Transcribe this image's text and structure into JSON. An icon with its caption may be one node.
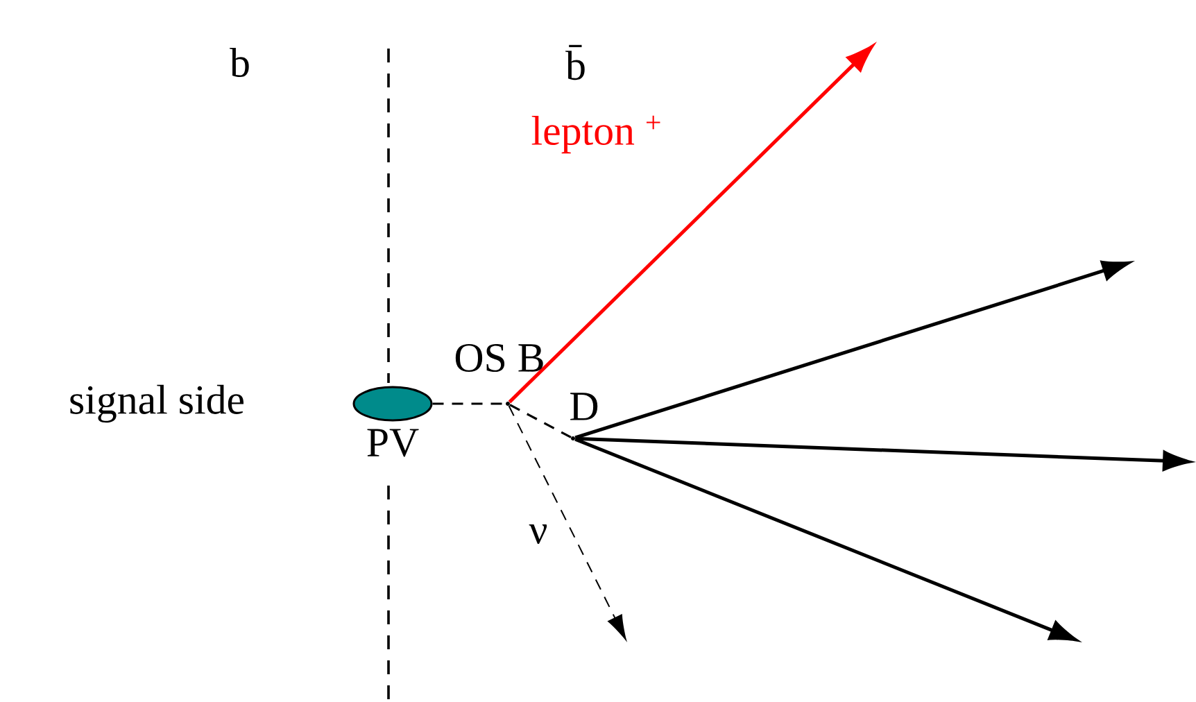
{
  "diagram": {
    "nodes": [
      {
        "text": [
          "PV"
        ]
      },
      {
        "text": [],
        "shape": "point"
      },
      {
        "text": [],
        "shape": "point",
        "beside": [
          "D"
        ]
      }
    ],
    "edges": [
      {
        "from": 0,
        "to": 1,
        "arrow": "none",
        "style": "dashed",
        "label": "OS B"
      },
      {
        "from": 1,
        "to": 2,
        "arrow": "none",
        "style": "dashed"
      },
      {
        "from": 1,
        "to": null,
        "arrow": "to",
        "color": "#ff0000",
        "label": "lepton $^{+}$"
      },
      {
        "from": 1,
        "to": null,
        "arrow": "to",
        "style": "dashed",
        "label": "ν"
      },
      {
        "from": 2,
        "to": null,
        "arrow": "to"
      },
      {
        "from": 2,
        "to": null,
        "arrow": "to"
      },
      {
        "from": 2,
        "to": null,
        "arrow": "to"
      }
    ],
    "labels": [
      "b",
      "b̄",
      "signal side"
    ]
  }
}
